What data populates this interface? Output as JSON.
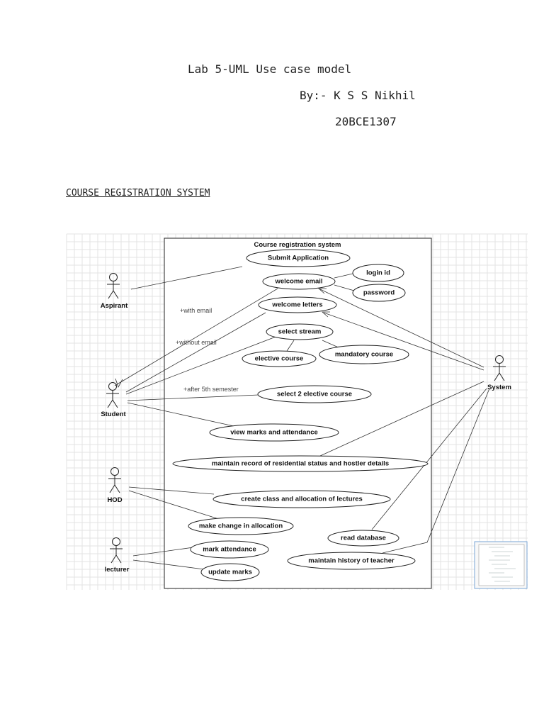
{
  "header": {
    "title": "Lab 5-UML Use case model",
    "byline": "By:- K S S Nikhil",
    "reg_no": "20BCE1307",
    "section_title": "COURSE REGISTRATION SYSTEM"
  },
  "diagram": {
    "boundary_title": "Course registration system",
    "actors": {
      "aspirant": "Aspirant",
      "student": "Student",
      "hod": "HOD",
      "lecturer": "lecturer",
      "system": "System"
    },
    "use_cases": {
      "submit_application": "Submit Application",
      "welcome_email": "welcome email",
      "login_id": "login id",
      "password": "password",
      "welcome_letters": "welcome letters",
      "select_stream": "select stream",
      "elective_course": "elective course",
      "mandatory_course": "mandatory course",
      "select_2_elective": "select 2 elective course",
      "view_marks": "view marks and attendance",
      "maintain_record": "maintain record of residential status and hostler details",
      "create_class": "create class and allocation of lectures",
      "make_change": "make change in allocation",
      "read_database": "read database",
      "mark_attendance": "mark attendance",
      "maintain_history": "maintain history of teacher",
      "update_marks": "update marks"
    },
    "annotations": {
      "with_email": "+with email",
      "without_email": "+without email",
      "after_5th": "+after 5th semester"
    }
  },
  "colors": {
    "grid": "#e3e3e3",
    "ink": "#222222"
  }
}
